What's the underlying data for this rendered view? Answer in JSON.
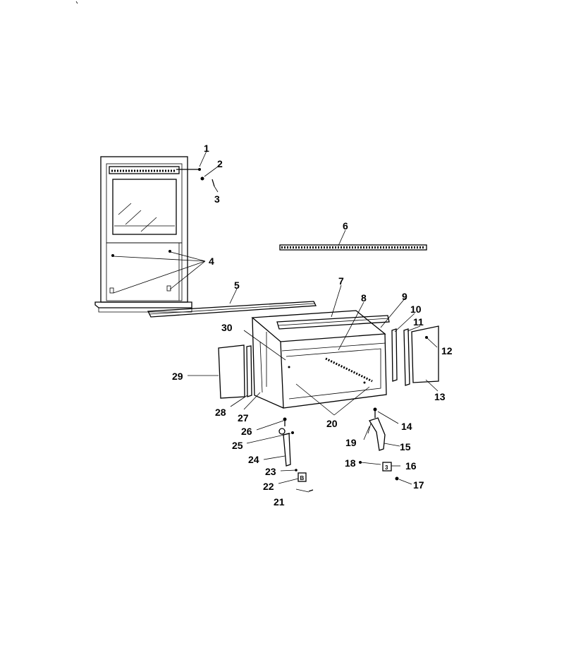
{
  "part_labels": [
    "1",
    "2",
    "3",
    "4",
    "5",
    "6",
    "7",
    "8",
    "9",
    "10",
    "11",
    "12",
    "13",
    "14",
    "15",
    "16",
    "17",
    "18",
    "19",
    "20",
    "21",
    "22",
    "23",
    "24",
    "25",
    "26",
    "27",
    "28",
    "29",
    "30"
  ],
  "hardware_tags": {
    "tag_a": "B",
    "tag_b": "3"
  }
}
